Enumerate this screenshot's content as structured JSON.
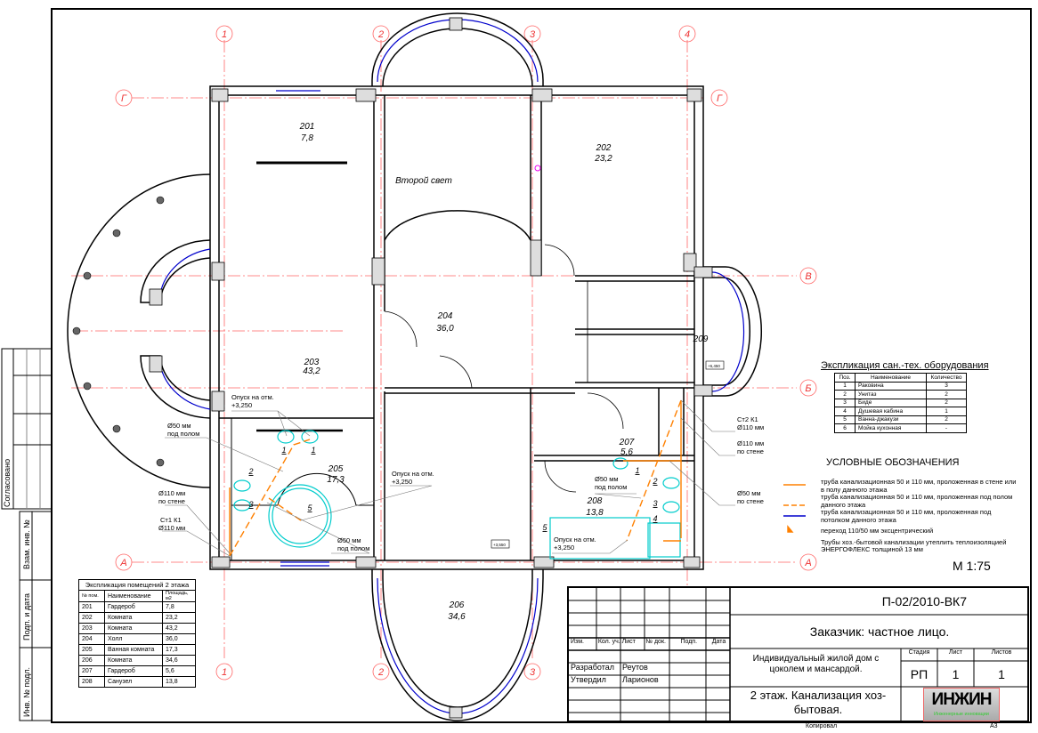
{
  "axes": {
    "vertical": [
      "1",
      "2",
      "3",
      "4"
    ],
    "horizontal": [
      "Г",
      "В",
      "Б",
      "А"
    ]
  },
  "rooms": [
    {
      "num": "201",
      "area": "7,8"
    },
    {
      "num": "202",
      "area": "23,2"
    },
    {
      "num": "203",
      "area": "43,2"
    },
    {
      "num": "204",
      "area": "36,0"
    },
    {
      "num": "205",
      "area": "17,3"
    },
    {
      "num": "206",
      "area": "34,6"
    },
    {
      "num": "207",
      "area": "5,6"
    },
    {
      "num": "208",
      "area": "13,8"
    },
    {
      "num": "209",
      "area": ""
    }
  ],
  "second_light": "Второй свет",
  "annotations": {
    "drop_205_sinks": [
      "Опуск на отм.",
      "+3,250"
    ],
    "d50_floor_left": [
      "Ø50 мм",
      "под полом"
    ],
    "d110_wall_left": [
      "Ø110 мм",
      "по стене"
    ],
    "st1": [
      "Ст1 К1",
      "Ø110 мм"
    ],
    "drop_205_bath": [
      "Опуск на отм.",
      "+3,250"
    ],
    "d50_floor_bath": [
      "Ø50 мм",
      "под полом"
    ],
    "st2": [
      "Ст2 К1",
      "Ø110 мм"
    ],
    "d110_wall_right": [
      "Ø110 мм",
      "по стене"
    ],
    "d50_wall_right": [
      "Ø50 мм",
      "по стене"
    ],
    "d50_floor_208": [
      "Ø50 мм",
      "под полом"
    ],
    "drop_208": [
      "Опуск на отм.",
      "+3,250"
    ],
    "level_1": "+6,450",
    "level_2": "+3,550"
  },
  "fixture_marks": {
    "sink": "1",
    "toilet": "2",
    "bidet": "3",
    "shower": "4",
    "bath": "5"
  },
  "equipment": {
    "title": "Экспликация сан.-тех. оборудования",
    "headers": [
      "Поз.",
      "Наименование",
      "Количество"
    ],
    "rows": [
      [
        "1",
        "Раковина",
        "3"
      ],
      [
        "2",
        "Унитаз",
        "2"
      ],
      [
        "3",
        "Биде",
        "2"
      ],
      [
        "4",
        "Душевая кабина",
        "1"
      ],
      [
        "5",
        "Ванна-джакузи",
        "2"
      ],
      [
        "6",
        "Мойка кухонная",
        "-"
      ]
    ]
  },
  "legend": {
    "title": "УСЛОВНЫЕ ОБОЗНАЧЕНИЯ",
    "items": [
      "труба канализационная 50 и 110 мм, проложенная в стене или в полу данного этажа",
      "труба канализационная 50 и 110 мм, проложенная под полом данного этажа",
      "труба канализационная 50 и 110 мм, проложенная под потолком данного этажа",
      "переход 110/50 мм эксцентрический"
    ],
    "note": "Трубы хоз.-бытовой канализации утеплить теплоизоляцией ЭНЕРГОФЛЕКС толщиной 13 мм",
    "scale": "М 1:75",
    "colors": {
      "wall_floor": "#ff8000",
      "under_ceiling": "#0000cc"
    }
  },
  "rooms_table": {
    "title": "Экспликация помещений 2 этажа",
    "headers": [
      "№ пом.",
      "Наименование",
      "Площадь, м2"
    ],
    "rows": [
      [
        "201",
        "Гардероб",
        "7,8"
      ],
      [
        "202",
        "Комната",
        "23,2"
      ],
      [
        "203",
        "Комната",
        "43,2"
      ],
      [
        "204",
        "Холл",
        "36,0"
      ],
      [
        "205",
        "Ванная комната",
        "17,3"
      ],
      [
        "206",
        "Комната",
        "34,6"
      ],
      [
        "207",
        "Гардероб",
        "5,6"
      ],
      [
        "208",
        "Санузел",
        "13,8"
      ]
    ]
  },
  "title_block": {
    "code": "П-02/2010-ВК7",
    "customer": "Заказчик: частное лицо.",
    "project": "Индивидуальный жилой дом с цоколем и мансардой.",
    "sheet_title": "2 этаж. Канализация хоз-бытовая.",
    "rev_headers": [
      "Изм.",
      "Кол. уч.",
      "Лист",
      "№ док.",
      "Подп.",
      "Дата"
    ],
    "stage_label": "Стадия",
    "sheet_label": "Лист",
    "sheets_label": "Листов",
    "stage": "РП",
    "sheet": "1",
    "sheets": "1",
    "developed_label": "Разработал",
    "developed_by": "Реутов",
    "approved_label": "Утвердил",
    "approved_by": "Ларионов",
    "logo_text": "ИНЖИН",
    "logo_sub": "Инженерные инновации",
    "copied": "Копировал",
    "format": "А3"
  },
  "side_strip": {
    "agreed": "Согласовано",
    "inv_swap": "Взам. инв. №",
    "sign_date": "Подп. и дата",
    "inv_orig": "Инв. № подл."
  }
}
